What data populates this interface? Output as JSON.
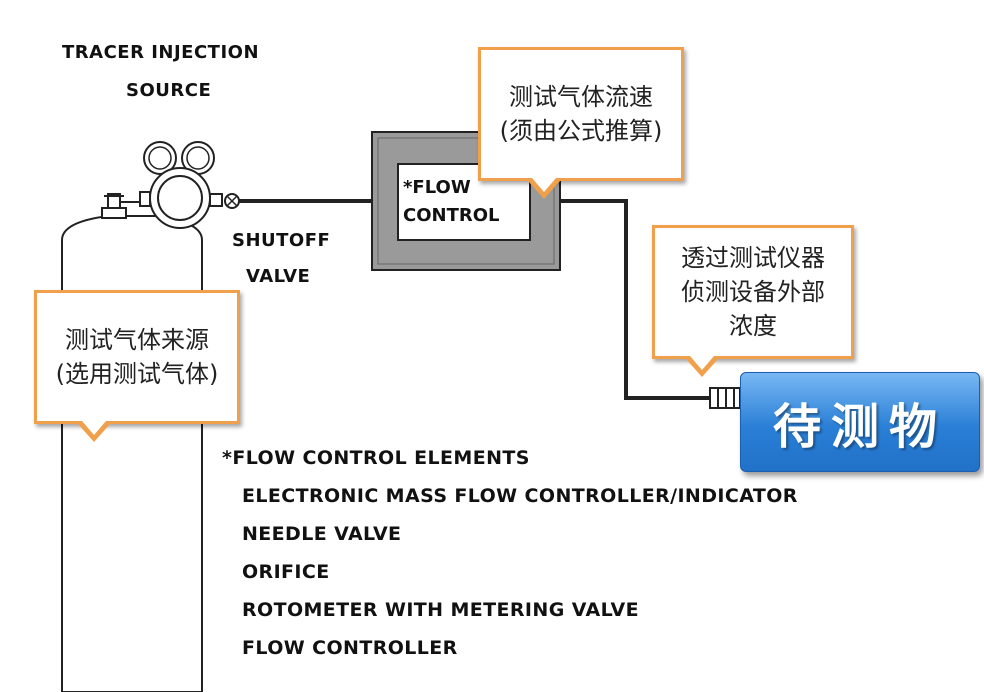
{
  "labels": {
    "source_line1": "TRACER INJECTION",
    "source_line2": "SOURCE",
    "shutoff_line1": "SHUTOFF",
    "shutoff_line2": "VALVE",
    "flow_control_line1": "*FLOW",
    "flow_control_line2": "CONTROL"
  },
  "callouts": {
    "flow_rate": [
      "测试气体流速",
      "(须由公式推算)"
    ],
    "detection": [
      "透过测试仪器",
      "侦测设备外部",
      "浓度"
    ],
    "source": [
      "测试气体来源",
      "(选用测试气体)"
    ]
  },
  "target_label": "待测物",
  "flow_elements": {
    "title": "*FLOW CONTROL ELEMENTS",
    "items": [
      "ELECTRONIC MASS FLOW CONTROLLER/INDICATOR",
      "NEEDLE VALVE",
      "ORIFICE",
      "ROTOMETER WITH METERING VALVE",
      "FLOW CONTROLLER"
    ]
  },
  "colors": {
    "callout_border": "#f0a04b",
    "target_fill": "#2a7fd6",
    "flow_box_fill": "#9a9a9a"
  }
}
